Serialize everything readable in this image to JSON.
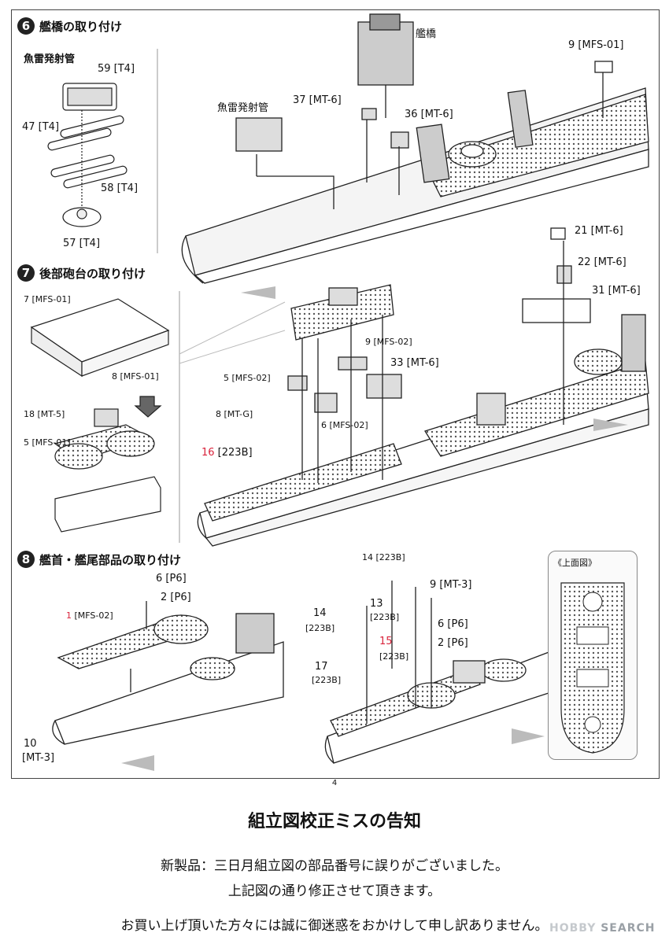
{
  "steps": {
    "s6": {
      "num": "6",
      "title": "艦橋の取り付け"
    },
    "s7": {
      "num": "7",
      "title": "後部砲台の取り付け"
    },
    "s8": {
      "num": "8",
      "title": "艦首・艦尾部品の取り付け"
    }
  },
  "labels": {
    "torpedo_sub": "魚雷発射管",
    "p59": "59 [T4]",
    "p47": "47 [T4]",
    "p58": "58 [T4]",
    "p57": "57 [T4]",
    "torpedo_main": "魚雷発射管",
    "bridge": "艦橋",
    "p37": "37 [MT-6]",
    "p36": "36 [MT-6]",
    "p9mfs01": "9 [MFS-01]",
    "p21": "21 [MT-6]",
    "p22": "22 [MT-6]",
    "p31": "31 [MT-6]",
    "p7mfs01": "7 [MFS-01]",
    "p8mfs01": "8 [MFS-01]",
    "p18": "18 [MT-5]",
    "p5mfs01": "5 [MFS-01]",
    "p9mfs02": "9 [MFS-02]",
    "p33": "33 [MT-6]",
    "p5mfs02": "5 [MFS-02]",
    "p8mtg": "8 [MT-G]",
    "p6mfs02": "6 [MFS-02]",
    "p16num": "16",
    "p16rest": " [223B]",
    "p6p6a": "6 [P6]",
    "p2p6a": "2 [P6]",
    "p1num": "1",
    "p1rest": " [MFS-02]",
    "p10": "10",
    "p10sub": "[MT-3]",
    "p14a": "14 [223B]",
    "p9mt3": "9 [MT-3]",
    "p14b": "14",
    "p14bsub": "[223B]",
    "p13": "13",
    "p13sub": "[223B]",
    "p15num": "15",
    "p15sub": "[223B]",
    "p6p6b": "6 [P6]",
    "p2p6b": "2 [P6]",
    "p17": "17",
    "p17sub": "[223B]",
    "topview": "《上面図》"
  },
  "page_number": "4",
  "notice": {
    "title": "組立図校正ミスの告知",
    "line1": "新製品：三日月組立図の部品番号に誤りがございました。",
    "line2": "上記図の通り修正させて頂きます。",
    "line3": "お買い上げ頂いた方々には誠に御迷惑をおかけして申し訳ありません。"
  },
  "watermark": {
    "hobby": "HOBBY",
    "search": "SEARCH"
  }
}
